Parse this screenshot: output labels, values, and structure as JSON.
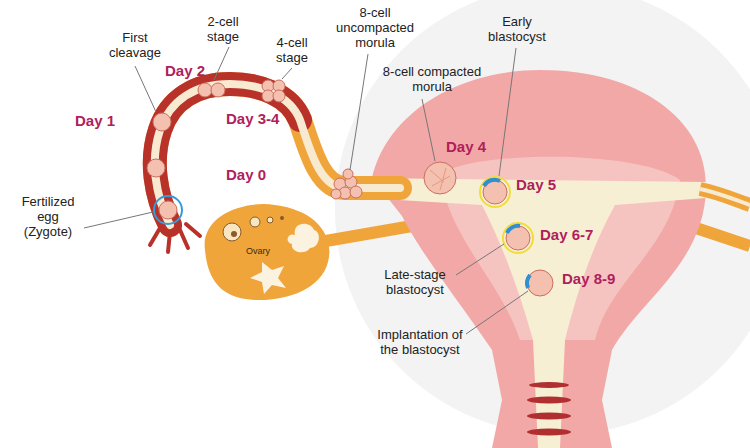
{
  "diagram": {
    "labels": [
      "First cleavage",
      "2-cell stage",
      "4-cell stage",
      "8-cell uncompacted morula",
      "Early blastocyst",
      "Day 1",
      "Day 2",
      "Day 3-4",
      "8-cell compacted morula",
      "Day 0",
      "Day 4",
      "Day 5",
      "Ovary",
      "Fertilized egg (Zygote)",
      "Day 6-7",
      "Late-stage blastocyst",
      "Day 8-9",
      "Implantation of the blastocyst"
    ]
  }
}
